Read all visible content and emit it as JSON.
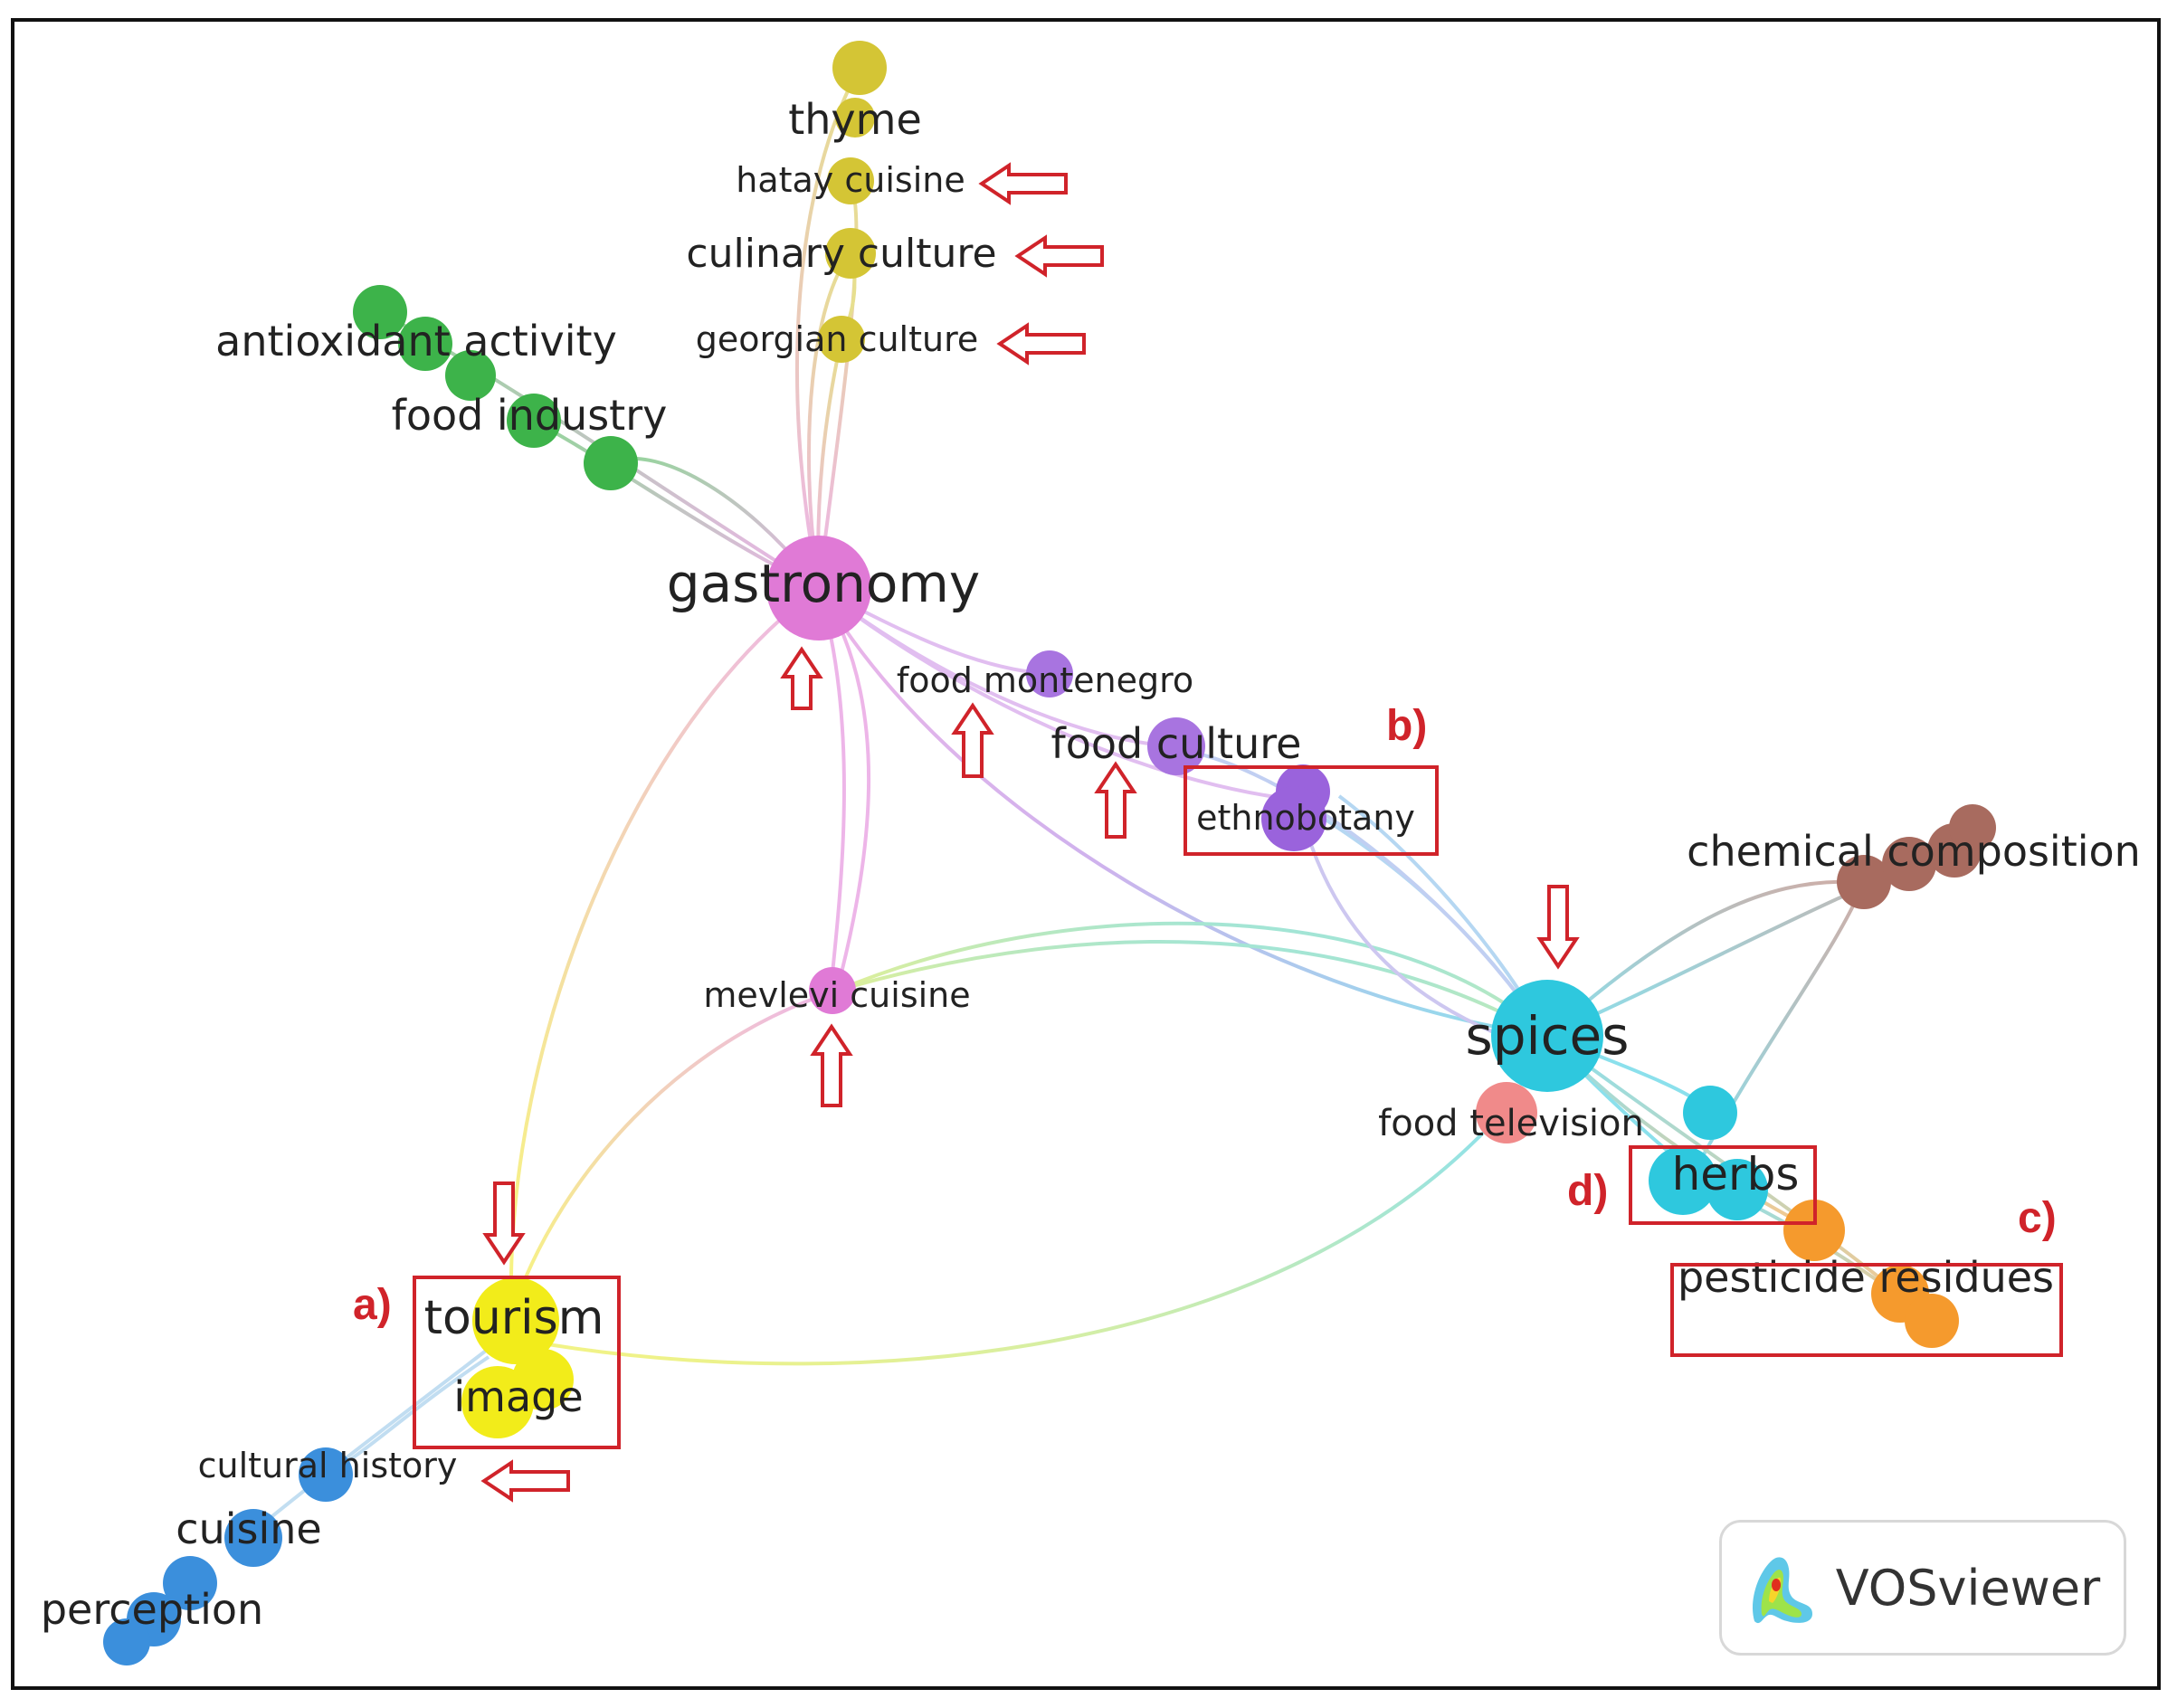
{
  "map": {
    "nodes": [
      {
        "id": "thyme",
        "label": "thyme",
        "color": "#d4c535"
      },
      {
        "id": "hatay",
        "label": "hatay cuisine",
        "color": "#d4c535"
      },
      {
        "id": "culinary",
        "label": "culinary culture",
        "color": "#d4c535"
      },
      {
        "id": "georgian",
        "label": "georgian culture",
        "color": "#d4c535"
      },
      {
        "id": "antioxidant",
        "label": "antioxidant activity",
        "color": "#3db34a"
      },
      {
        "id": "foodindustry",
        "label": "food industry",
        "color": "#3db34a"
      },
      {
        "id": "gastronomy",
        "label": "gastronomy",
        "color": "#e07ad6"
      },
      {
        "id": "montenegro",
        "label": "food montenegro",
        "color": "#a874e0"
      },
      {
        "id": "foodculture",
        "label": "food culture",
        "color": "#a874e0"
      },
      {
        "id": "ethnobotany",
        "label": "ethnobotany",
        "color": "#9a63dc"
      },
      {
        "id": "chemical",
        "label": "chemical composition",
        "color": "#a86b5f"
      },
      {
        "id": "mevlevi",
        "label": "mevlevi cuisine",
        "color": "#e07ad6"
      },
      {
        "id": "spices",
        "label": "spices",
        "color": "#2ec8de"
      },
      {
        "id": "foodtv",
        "label": "food television",
        "color": "#f08a8a"
      },
      {
        "id": "herbs",
        "label": "herbs",
        "color": "#2ec8de"
      },
      {
        "id": "pesticide",
        "label": "pesticide residues",
        "color": "#f59a2d"
      },
      {
        "id": "tourism",
        "label": "tourism",
        "color": "#f2ec1a"
      },
      {
        "id": "image",
        "label": "image",
        "color": "#f2ec1a"
      },
      {
        "id": "cultural",
        "label": "cultural history",
        "color": "#3b8fdc"
      },
      {
        "id": "cuisine",
        "label": "cuisine",
        "color": "#3b8fdc"
      },
      {
        "id": "perception",
        "label": "perception",
        "color": "#3b8fdc"
      }
    ],
    "markers": [
      "a)",
      "b)",
      "c)",
      "d)"
    ],
    "highlight_color": "#d0232a"
  },
  "watermark": {
    "label": "VOSviewer"
  }
}
